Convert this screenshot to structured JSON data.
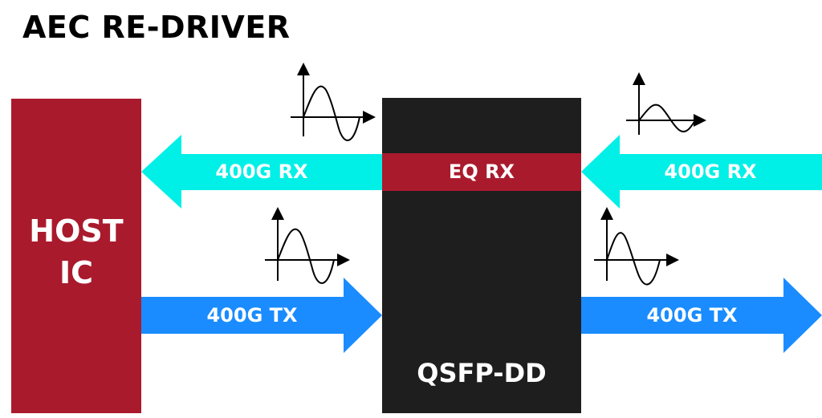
{
  "title": "AEC RE-DRIVER",
  "blocks": {
    "host": {
      "label_line1": "HOST",
      "label_line2": "IC"
    },
    "module": {
      "label": "QSFP-DD",
      "eq_label": "EQ RX"
    }
  },
  "arrows": {
    "rx_left": "400G RX",
    "rx_right": "400G RX",
    "tx_left": "400G TX",
    "tx_right": "400G TX"
  },
  "colors": {
    "host_red": "#aa1a2d",
    "module_dark": "#1e1e1e",
    "rx_cyan": "#00efe6",
    "tx_blue": "#1a8cff"
  },
  "icons": [
    "sine-wave-icon",
    "sine-wave-icon",
    "sine-wave-icon",
    "sine-wave-icon"
  ]
}
